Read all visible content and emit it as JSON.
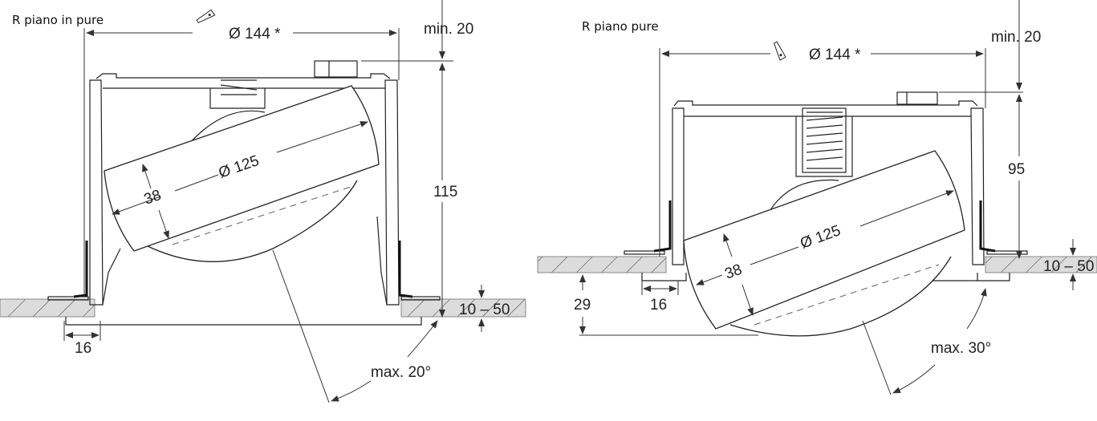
{
  "left": {
    "title": "R piano in pure",
    "cutout_diameter": "Ø 144 *",
    "min_clearance": "min. 20",
    "height": "115",
    "lamp_diameter": "Ø 125",
    "lamp_thickness": "38",
    "flange_width": "16",
    "ceiling_thickness": "10 – 50",
    "tilt": "max. 20°"
  },
  "right": {
    "title": "R piano pure",
    "cutout_diameter": "Ø 144 *",
    "min_clearance": "min. 20",
    "height": "95",
    "lamp_diameter": "Ø 125",
    "lamp_thickness": "38",
    "flange_width": "16",
    "protrusion": "29",
    "ceiling_thickness": "10 – 50",
    "tilt": "max. 30°"
  }
}
